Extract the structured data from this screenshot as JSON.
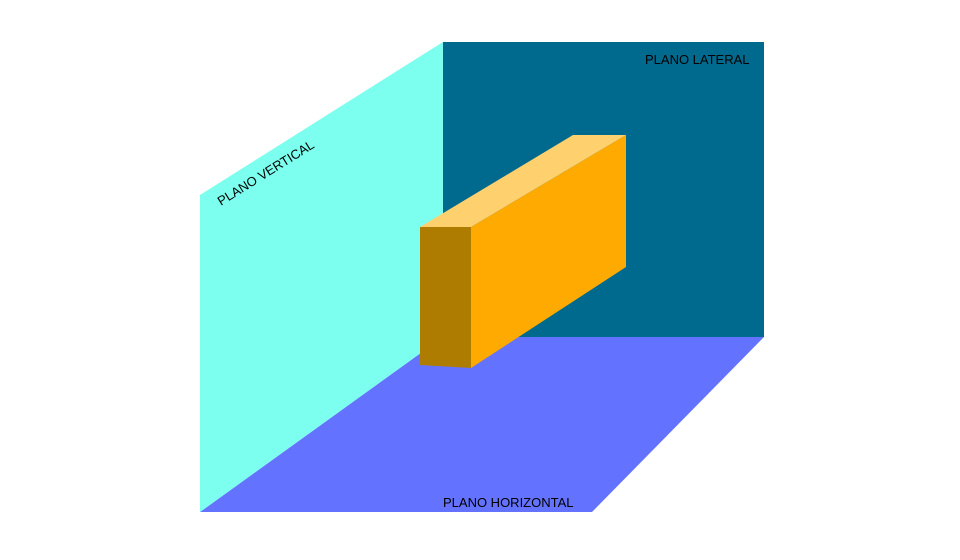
{
  "planes": {
    "lateral": {
      "label": "PLANO LATERAL",
      "color": "#006A8E"
    },
    "vertical": {
      "label": "PLANO VERTICAL",
      "color": "#7CFFEE"
    },
    "horizontal": {
      "label": "PLANO HORIZONTAL",
      "color": "#6473FF"
    }
  },
  "block": {
    "front_color": "#FFAA00",
    "top_color": "#FFD06E",
    "side_color": "#AE7D00"
  }
}
